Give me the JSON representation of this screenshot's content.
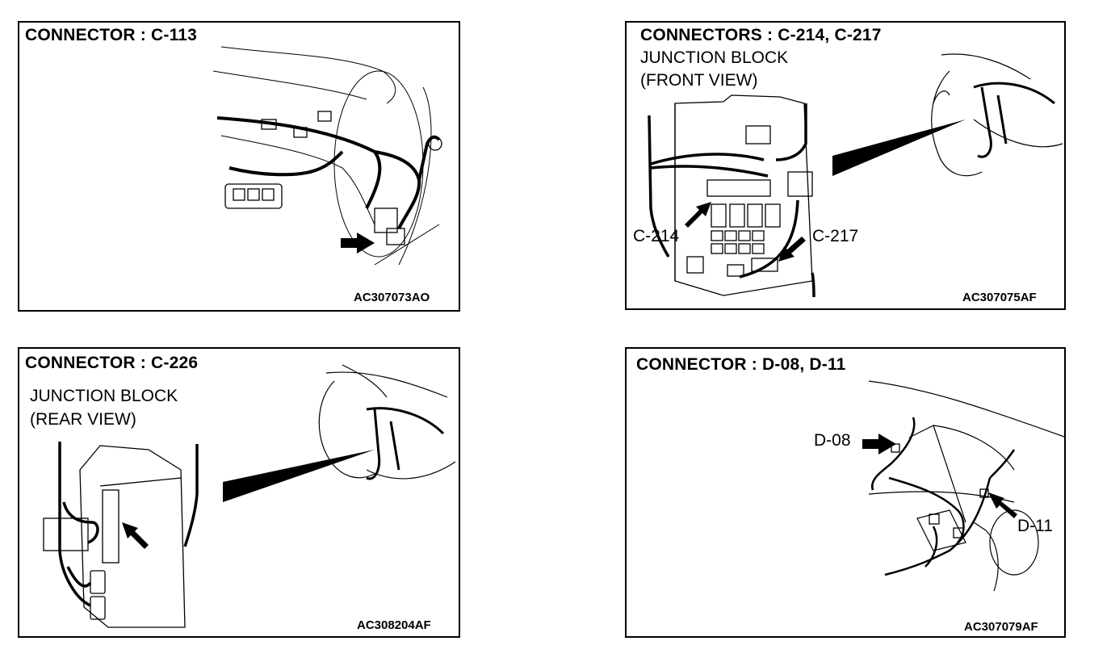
{
  "panels": [
    {
      "title": "CONNECTOR : C-113",
      "code": "AC307073AO"
    },
    {
      "title": "CONNECTORS : C-214, C-217",
      "subtitle_line1": "JUNCTION BLOCK",
      "subtitle_line2": "(FRONT VIEW)",
      "callouts": [
        "C-214",
        "C-217"
      ],
      "code": "AC307075AF"
    },
    {
      "title": "CONNECTOR : C-226",
      "subtitle_line1": "JUNCTION BLOCK",
      "subtitle_line2": "(REAR VIEW)",
      "code": "AC308204AF"
    },
    {
      "title": "CONNECTOR : D-08, D-11",
      "callouts": [
        "D-08",
        "D-11"
      ],
      "code": "AC307079AF"
    }
  ]
}
